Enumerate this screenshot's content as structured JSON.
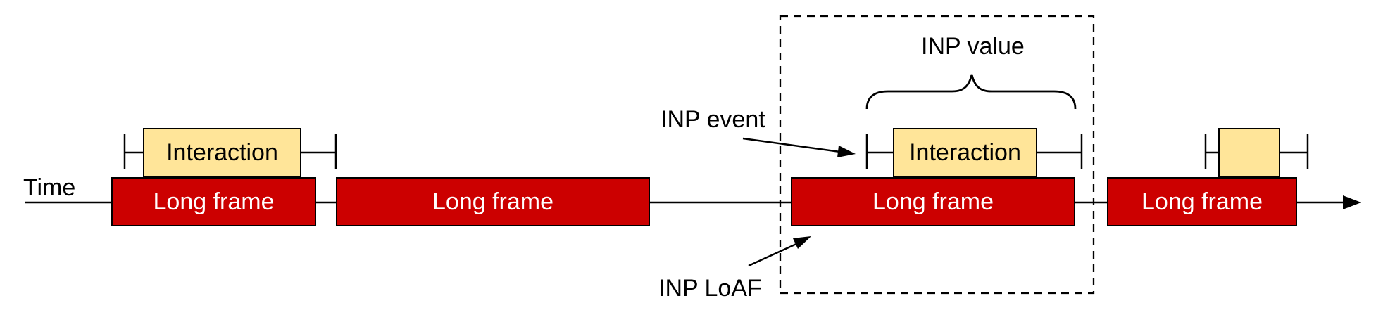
{
  "axis": {
    "label": "Time"
  },
  "frames": [
    {
      "label": "Long frame"
    },
    {
      "label": "Long frame"
    },
    {
      "label": "Long frame"
    },
    {
      "label": "Long frame"
    }
  ],
  "interactions": [
    {
      "label": "Interaction"
    },
    {
      "label": "Interaction"
    },
    {
      "label": ""
    }
  ],
  "annotations": {
    "inp_event": "INP event",
    "inp_value": "INP value",
    "inp_loaf": "INP LoAF"
  },
  "colors": {
    "long_frame_fill": "#cc0000",
    "long_frame_text": "#ffffff",
    "interaction_fill": "#ffe599",
    "outline": "#000000",
    "background": "#ffffff"
  }
}
